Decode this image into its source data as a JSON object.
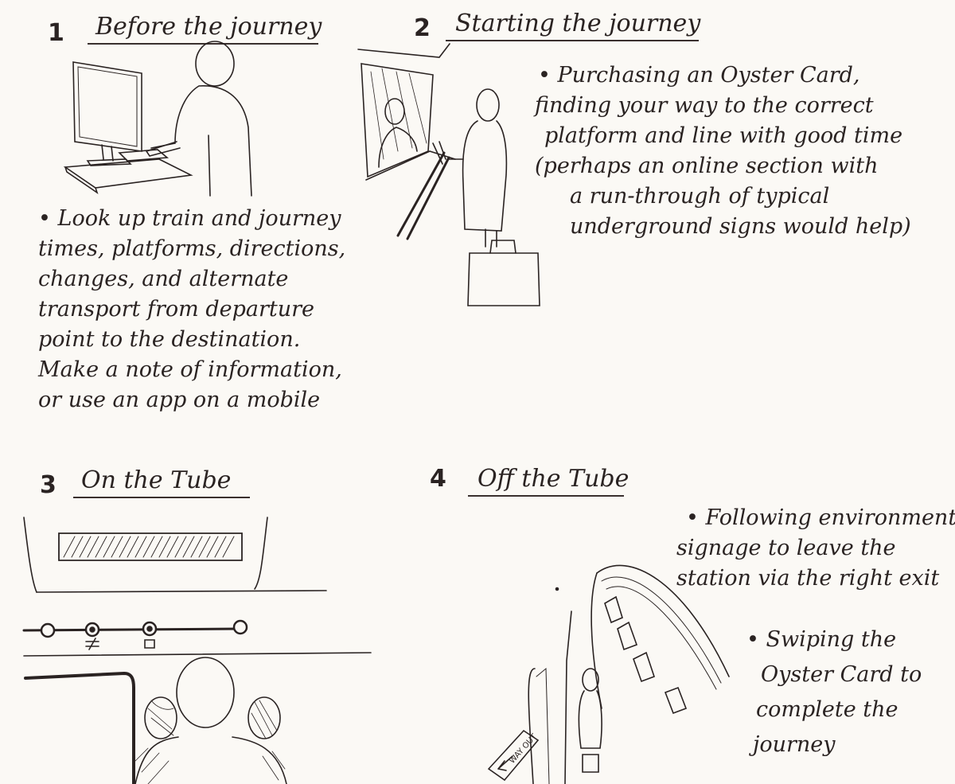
{
  "panels": [
    {
      "number": "1",
      "title": "Before the journey",
      "note_lines": [
        "• Look up train and journey",
        "times, platforms, directions,",
        "changes, and alternate",
        "transport from departure",
        "point to the destination.",
        "Make a note of information,",
        "or use an app on a mobile"
      ]
    },
    {
      "number": "2",
      "title": "Starting the journey",
      "note_lines": [
        "• Purchasing an Oyster Card,",
        "finding your way to the correct",
        "platform and line with good time",
        "(perhaps an online section with",
        "a run-through of typical",
        "underground signs would help)"
      ]
    },
    {
      "number": "3",
      "title": "On the Tube",
      "note_lines": []
    },
    {
      "number": "4",
      "title": "Off the Tube",
      "note_groups": [
        [
          "• Following environmental",
          "signage to leave the",
          "station via the right exit"
        ],
        [
          "• Swiping the",
          "Oyster Card to",
          "complete the",
          "journey"
        ]
      ]
    }
  ],
  "sign_text": "WAY OUT",
  "colors": {
    "ink": "#2a2322",
    "paper": "#fbf9f5"
  }
}
